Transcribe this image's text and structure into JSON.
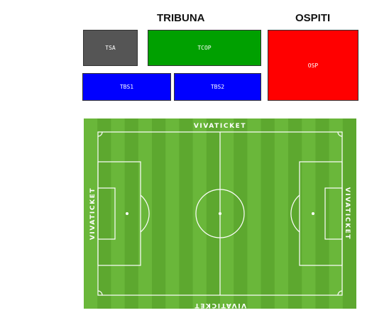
{
  "headings": {
    "tribuna": "TRIBUNA",
    "ospiti": "OSPITI"
  },
  "sectors": [
    {
      "id": "tsa",
      "label": "TSA",
      "color": "#555555"
    },
    {
      "id": "tcop",
      "label": "TCOP",
      "color": "#00a000"
    },
    {
      "id": "osp",
      "label": "OSP",
      "color": "#ff0000"
    },
    {
      "id": "tbs1",
      "label": "TBS1",
      "color": "#0000ff"
    },
    {
      "id": "tbs2",
      "label": "TBS2",
      "color": "#0000ff"
    }
  ],
  "pitch": {
    "brand": "VIVATICKET",
    "grass_light": "#6ab73a",
    "grass_dark": "#5da82f",
    "line_color": "#ffffff"
  }
}
